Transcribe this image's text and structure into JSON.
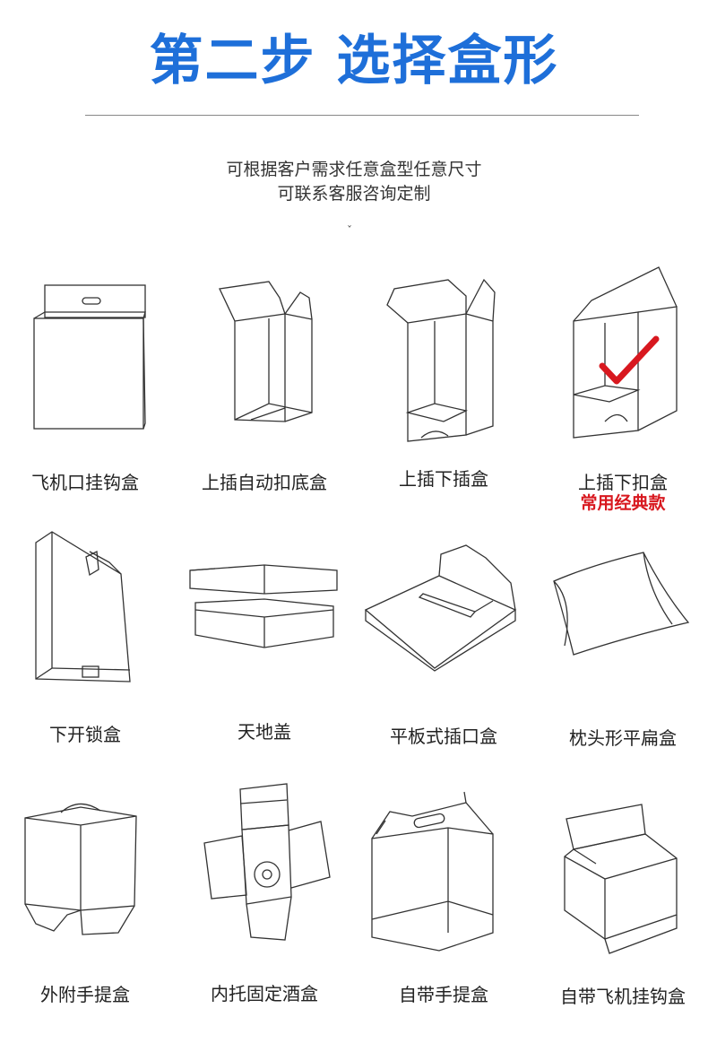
{
  "header": {
    "title": "第二步 选择盒形",
    "subtitle_line1": "可根据客户需求任意盒型任意尺寸",
    "subtitle_line2": "可联系客服咨询定制",
    "chevron": "ˇ"
  },
  "boxes": [
    {
      "label": "飞机口挂钩盒",
      "icon": "airplane-hook-box-icon"
    },
    {
      "label": "上插自动扣底盒",
      "icon": "top-tuck-auto-lock-bottom-box-icon"
    },
    {
      "label": "上插下插盒",
      "icon": "top-bottom-tuck-box-icon"
    },
    {
      "label": "上插下扣盒",
      "icon": "top-tuck-snap-bottom-box-icon",
      "note": "常用经典款"
    },
    {
      "label": "下开锁盒",
      "icon": "bottom-lock-box-icon"
    },
    {
      "label": "天地盖",
      "icon": "lid-and-base-box-icon"
    },
    {
      "label": "平板式插口盒",
      "icon": "flat-tuck-box-icon"
    },
    {
      "label": "枕头形平扁盒",
      "icon": "pillow-box-icon"
    },
    {
      "label": "外附手提盒",
      "icon": "external-handle-box-icon"
    },
    {
      "label": "内托固定酒盒",
      "icon": "wine-box-insert-icon"
    },
    {
      "label": "自带手提盒",
      "icon": "built-in-handle-box-icon"
    },
    {
      "label": "自带飞机挂钩盒",
      "icon": "built-in-airplane-hook-box-icon"
    }
  ],
  "colors": {
    "title": "#1e6fd9",
    "note": "#d8181f",
    "checkmark": "#d8181f"
  }
}
